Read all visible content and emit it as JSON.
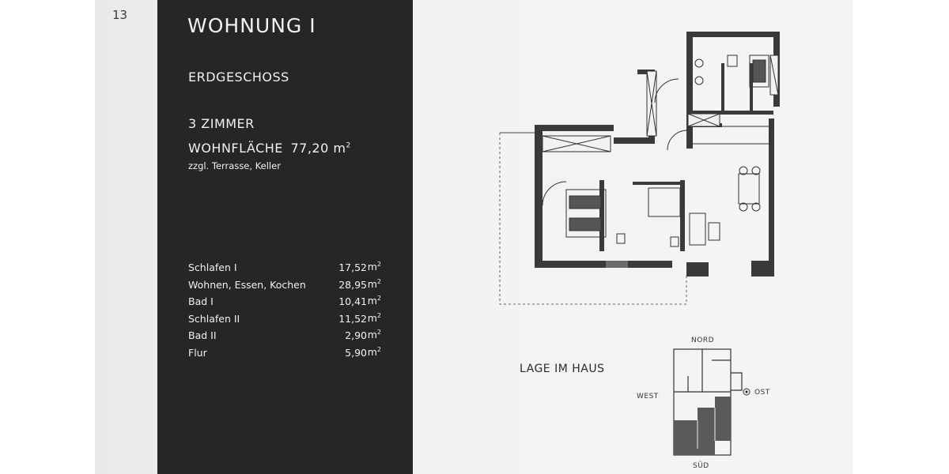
{
  "page": {
    "number": "13"
  },
  "header": {
    "title": "WOHNUNG I",
    "floor": "ERDGESCHOSS",
    "rooms_count": "3 ZIMMER",
    "area_label": "WOHNFLÄCHE",
    "area_value": "77,20",
    "area_unit": "m",
    "area_unit_sup": "2",
    "extras": "zzgl. Terrasse, Keller"
  },
  "room_list": [
    {
      "name": "Schlafen I",
      "area": "17,52"
    },
    {
      "name": "Wohnen, Essen, Kochen",
      "area": "28,95"
    },
    {
      "name": "Bad I",
      "area": "10,41"
    },
    {
      "name": "Schlafen II",
      "area": "11,52"
    },
    {
      "name": "Bad II",
      "area": "2,90"
    },
    {
      "name": "Flur",
      "area": "5,90"
    }
  ],
  "unit": {
    "base": "m",
    "sup": "2"
  },
  "location_map": {
    "label": "LAGE IM HAUS",
    "north": "NORD",
    "south": "SÜD",
    "west": "WEST",
    "east": "OST"
  },
  "colors": {
    "panel": "#262627",
    "panel_text": "#f1f1f1",
    "paper": "#f2f2f3",
    "wall": "#3a3a3a",
    "highlight": "#5a5a5a"
  }
}
